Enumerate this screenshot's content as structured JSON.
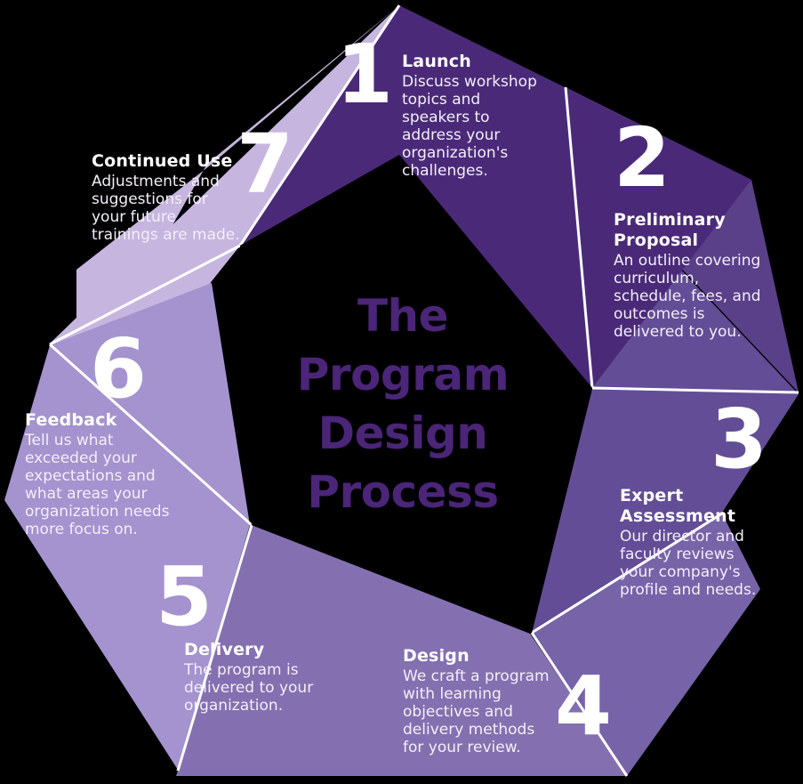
{
  "center": {
    "title_lines": [
      "The",
      "Program",
      "Design",
      "Process"
    ],
    "color": "#4a2578"
  },
  "background_color": "#000000",
  "divider_color": "#ffffff",
  "diagram": {
    "shape": "heptagon-cycle",
    "segment_count": 7
  },
  "segments": [
    {
      "number": "1",
      "title": "Launch",
      "description": "Discuss workshop topics and speakers to address your organization's challenges.",
      "color": "#4a2a78"
    },
    {
      "number": "2",
      "title": "Preliminary Proposal",
      "description": "An outline covering curriculum, schedule, fees, and outcomes is delivered to you.",
      "color": "#5a4089"
    },
    {
      "number": "3",
      "title": "Expert Assessment",
      "description": "Our director and faculty reviews your company's profile and needs.",
      "color": "#634d96"
    },
    {
      "number": "4",
      "title": "Design",
      "description": "We craft a program with learning objectives and delivery methods for your review.",
      "color": "#7763a8"
    },
    {
      "number": "5",
      "title": "Delivery",
      "description": "The program is delivered to your organization.",
      "color": "#8470b0"
    },
    {
      "number": "6",
      "title": "Feedback",
      "description": "Tell us what exceeded your expectations and what areas your organization needs more focus on.",
      "color": "#a493ce"
    },
    {
      "number": "7",
      "title": "Continued Use",
      "description": "Adjustments and suggestions for your future trainings are made.",
      "color": "#c6b6df"
    }
  ]
}
